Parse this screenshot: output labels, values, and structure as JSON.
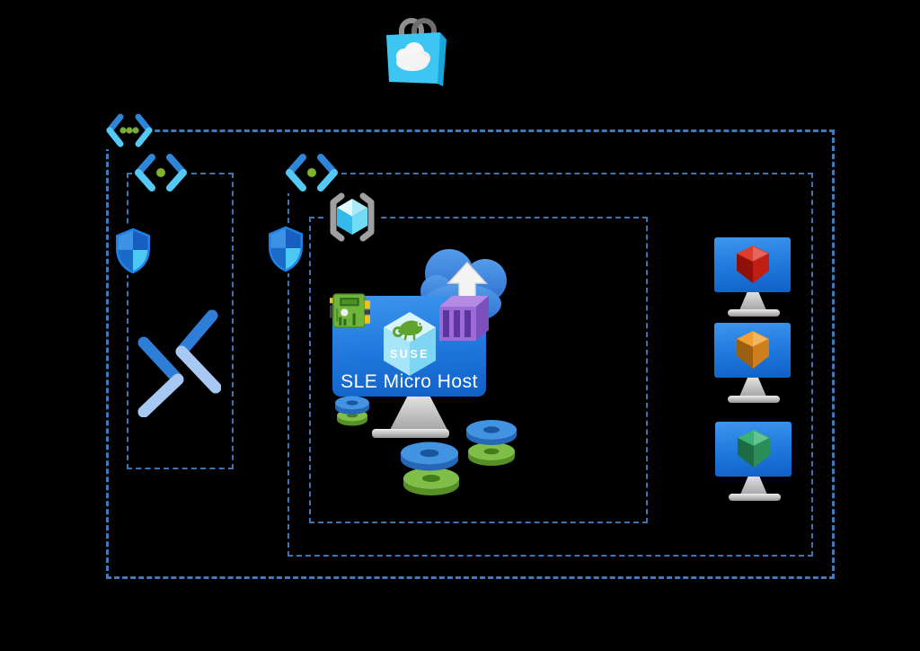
{
  "host_vm": {
    "label": "SLE Micro Host",
    "logo_text": "SUSE",
    "screen_color": "#1E77DC",
    "logo_green": "#5EA32E",
    "cube_tint": "#BFEFFB"
  },
  "boundaries": {
    "virtual_network": {
      "name": "virtual-network-boundary",
      "border_color": "#4478B8"
    },
    "bastion_subnet": {
      "name": "bastion-subnet-boundary",
      "border_color": "#3E74B4"
    },
    "workload_subnet": {
      "name": "workload-subnet-boundary",
      "border_color": "#3E74B4"
    },
    "image_group": {
      "name": "image-group-boundary",
      "border_color": "#3E74B4"
    }
  },
  "icons": {
    "marketplace": {
      "name": "azure-marketplace-bag-icon",
      "bag_color": "#3EC6F2",
      "cloud_color": "#F7F7F7",
      "handle_color": "#8F8F8F"
    },
    "virtual_network": {
      "name": "virtual-network-icon",
      "chevron_dark": "#2E86D8",
      "chevron_light": "#53C9F3",
      "dot_color": "#76AC35"
    },
    "subnet": {
      "name": "subnet-icon",
      "chevron_dark": "#2E86D8",
      "chevron_light": "#53C9F3",
      "dot_color": "#7DB32E"
    },
    "nsg": {
      "name": "network-security-group-shield-icon",
      "quadrants": [
        "#3E92E6",
        "#155FC0",
        "#1A6AC8",
        "#4CC8F4"
      ]
    },
    "bastion": {
      "name": "azure-bastion-icon",
      "arm_dark": "#2E7DD6",
      "arm_light": "#A6C8F2"
    },
    "vm_image": {
      "name": "vm-image-icon",
      "bracket_color": "#9FA0A2",
      "cube_colors": [
        "#E0F8FE",
        "#A8EAFA",
        "#35B8EA",
        "#72DCF6"
      ]
    },
    "cloud_upload": {
      "name": "cloud-upload-icon",
      "cloud_top": "#549CEA",
      "cloud_bottom": "#2D6FCE",
      "arrow_color": "#F4F4F4"
    },
    "container": {
      "name": "container-icon",
      "front": "#9C6CD6",
      "side": "#7B50BE",
      "top": "#B58AE4",
      "slat": "#5D35A0"
    },
    "circuit_board": {
      "name": "embedded-board-icon",
      "board": "#6FB53B",
      "chip": "#2E6B1C",
      "tab": "#F2C018",
      "plug": "#3F3F3F"
    },
    "managed_disk": {
      "name": "managed-disks-icon",
      "blue_top": "#4293E2",
      "blue_side": "#2767B8",
      "blue_hole": "#1A569E",
      "green_top": "#7FBF49",
      "green_side": "#558F26",
      "green_hole": "#447C1C"
    }
  },
  "workload_vms": [
    {
      "name": "workload-vm-red",
      "cube": {
        "top": "#E03C2E",
        "left": "#8F1008",
        "right": "#C01E14"
      }
    },
    {
      "name": "workload-vm-orange",
      "cube": {
        "top": "#F0A030",
        "left": "#9C5E10",
        "right": "#CE7E1A"
      }
    },
    {
      "name": "workload-vm-green",
      "cube": {
        "top": "#3BB273",
        "left": "#1D6B42",
        "right": "#2A8E57"
      }
    }
  ]
}
